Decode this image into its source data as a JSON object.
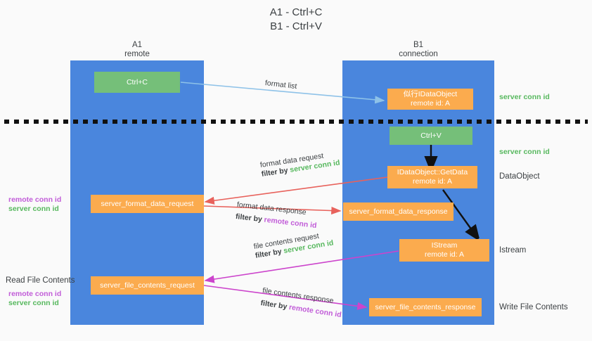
{
  "title": {
    "line1": "A1 - Ctrl+C",
    "line2": "B1 - Ctrl+V"
  },
  "lanes": [
    {
      "name": "A1",
      "sub": "remote"
    },
    {
      "name": "B1",
      "sub": "connection"
    }
  ],
  "nodes": {
    "ctrl_c": {
      "label": "Ctrl+C"
    },
    "ctrl_v": {
      "label": "Ctrl+V"
    },
    "ole_idataobject": {
      "line1": "似行IDataObject",
      "line2": "remote id: A"
    },
    "getdata": {
      "line1": "IDataObject::GetData",
      "line2": "remote id: A"
    },
    "istream": {
      "line1": "IStream",
      "line2": "remote id: A"
    },
    "server_format_data_request": {
      "label": "server_format_data_request"
    },
    "server_format_data_response": {
      "label": "server_format_data_response"
    },
    "server_file_contents_request": {
      "label": "server_file_contents_request"
    },
    "server_file_contents_response": {
      "label": "server_file_contents_response"
    }
  },
  "edge_labels": {
    "format_list": "format list",
    "format_data_request": "format data request",
    "format_data_response": "format data response",
    "file_contents_request": "file contents request",
    "file_contents_response": "file contents response",
    "filter_by": "filter by ",
    "server_conn_id": "server conn id",
    "remote_conn_id": "remote conn id"
  },
  "side_labels": {
    "right_server_conn_id_top": "server conn id",
    "right_server_conn_id_mid": "server conn id",
    "right_dataobject": "DataObject",
    "right_istream": "Istream",
    "right_write_file_contents": "Write File Contents",
    "left_read_file_contents": "Read File Contents",
    "left_remote_conn_id_1": "remote conn id",
    "left_server_conn_id_1": "server conn id",
    "left_remote_conn_id_2": "remote conn id",
    "left_server_conn_id_2": "server conn id"
  },
  "colors": {
    "lane": "#4a86dd",
    "orange": "#fbab4e",
    "green": "#75bf79",
    "green_text": "#57b85e",
    "purple_text": "#c15cd8",
    "arrow_blue": "#8ec2e8",
    "arrow_red": "#e8625c",
    "arrow_magenta": "#cc44cc",
    "arrow_black": "#111111",
    "background": "#fafafa"
  }
}
